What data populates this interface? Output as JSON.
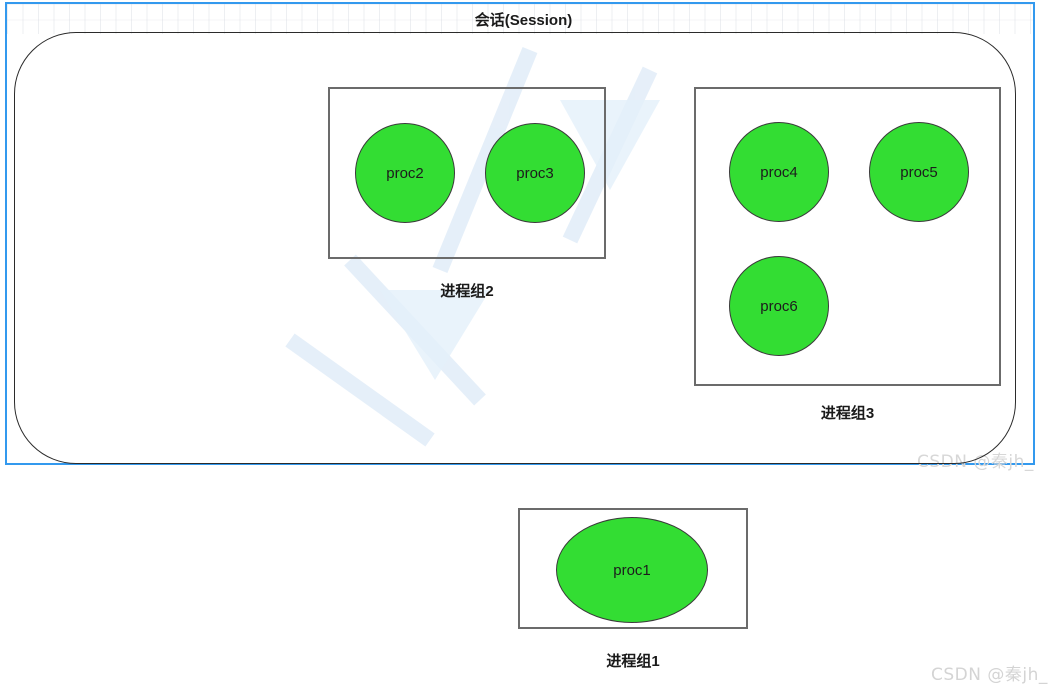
{
  "diagram": {
    "title": "会话(Session)",
    "session_container_name": "session",
    "groups": [
      {
        "id": "group2",
        "label": "进程组2",
        "processes": [
          {
            "id": "proc2",
            "label": "proc2",
            "shape": "circle"
          },
          {
            "id": "proc3",
            "label": "proc3",
            "shape": "circle"
          }
        ]
      },
      {
        "id": "group3",
        "label": "进程组3",
        "processes": [
          {
            "id": "proc4",
            "label": "proc4",
            "shape": "circle"
          },
          {
            "id": "proc5",
            "label": "proc5",
            "shape": "circle"
          },
          {
            "id": "proc6",
            "label": "proc6",
            "shape": "circle"
          }
        ]
      },
      {
        "id": "group1",
        "label": "进程组1",
        "processes": [
          {
            "id": "proc1",
            "label": "proc1",
            "shape": "ellipse"
          }
        ]
      }
    ]
  },
  "watermarks": {
    "inner": "CSDN @秦jh_",
    "footer": "CSDN @秦jh_"
  },
  "colors": {
    "process_fill": "#33dd33",
    "process_stroke": "#3a3a3a",
    "group_box_stroke": "#6b6b6b",
    "session_stroke": "#2b2b2b",
    "grid_border": "#3399ee",
    "text": "#1a1a1a",
    "watermark": "#d7d7d7"
  }
}
